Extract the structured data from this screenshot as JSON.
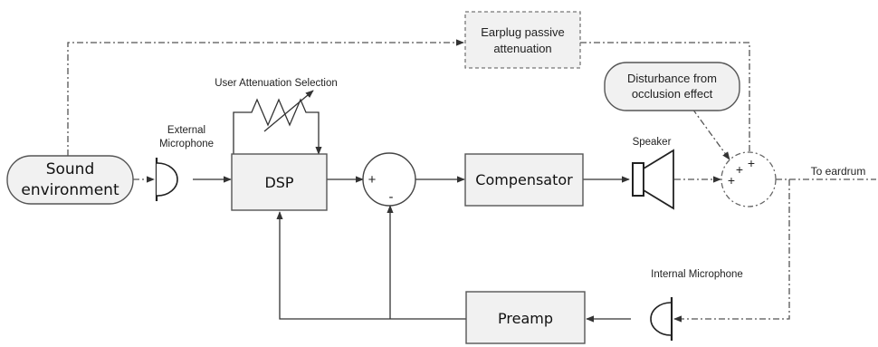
{
  "blocks": {
    "sound_environment": "Sound\nenvironment",
    "dsp": "DSP",
    "compensator": "Compensator",
    "preamp": "Preamp",
    "earplug": "Earplug passive\nattenuation",
    "disturbance": "Disturbance from\nocclusion effect"
  },
  "labels": {
    "external_microphone": "External\nMicrophone",
    "user_attenuation": "User Attenuation Selection",
    "speaker": "Speaker",
    "to_eardrum": "To eardrum",
    "internal_microphone": "Internal Microphone"
  },
  "signs": {
    "sub_plus": "+",
    "sub_minus": "-",
    "sum_plus_1": "+",
    "sum_plus_2": "+",
    "sum_plus_3": "+"
  }
}
